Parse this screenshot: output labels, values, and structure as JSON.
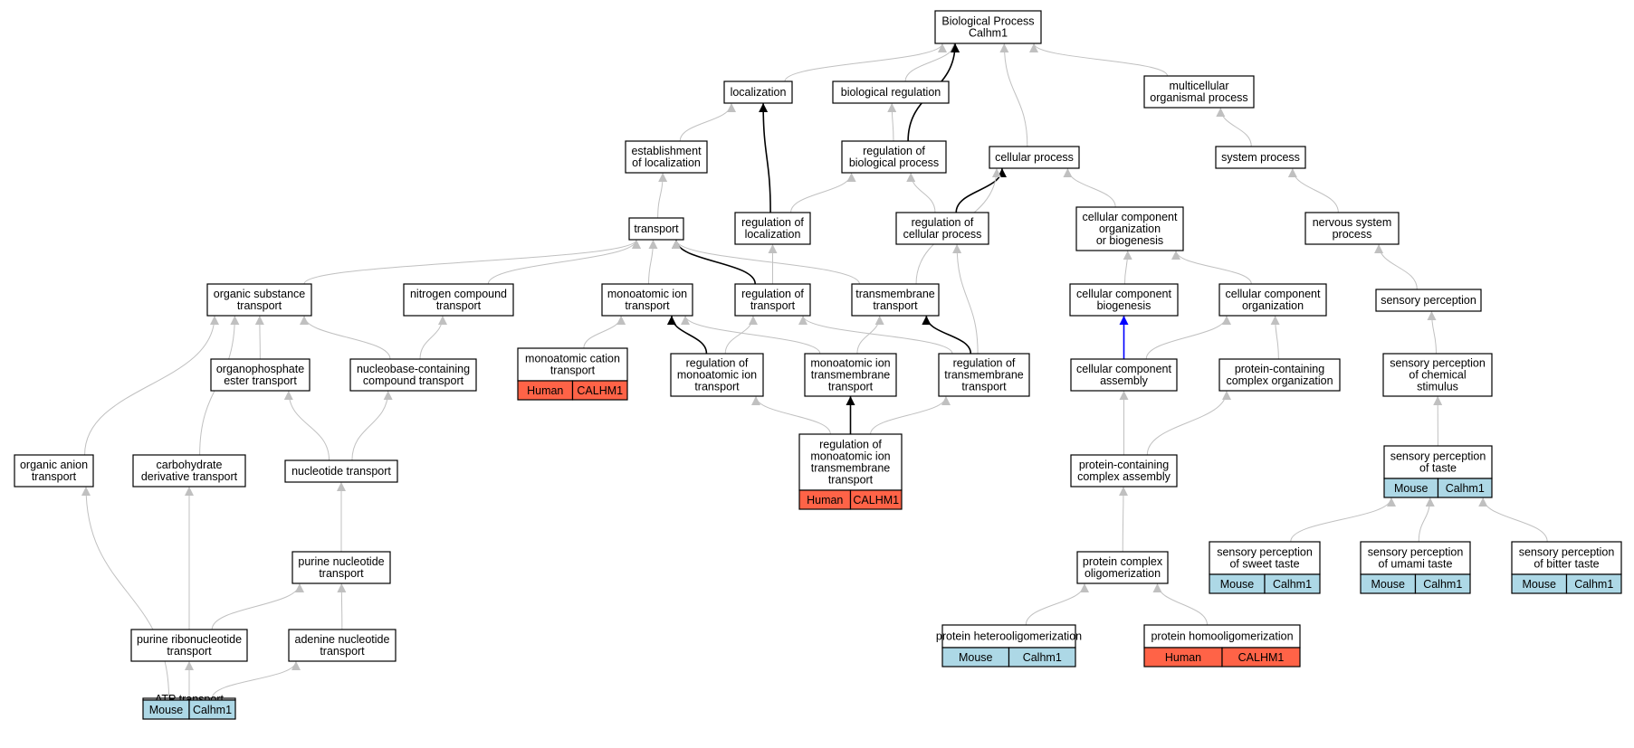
{
  "colors": {
    "node_fill": "#ffffff",
    "node_stroke": "#000000",
    "edge_gray": "#c0c0c0",
    "edge_black": "#000000",
    "edge_blue": "#0000ff",
    "mouse_fill": "#add8e6",
    "human_fill": "#ff6347"
  },
  "nodes": [
    {
      "id": "bp",
      "lines": [
        "Biological Process",
        "Calhm1"
      ]
    },
    {
      "id": "localization",
      "lines": [
        "localization"
      ]
    },
    {
      "id": "bioreg",
      "lines": [
        "biological regulation"
      ]
    },
    {
      "id": "multi",
      "lines": [
        "multicellular",
        "organismal process"
      ]
    },
    {
      "id": "estloc",
      "lines": [
        "establishment",
        "of localization"
      ]
    },
    {
      "id": "regbio",
      "lines": [
        "regulation of",
        "biological process"
      ]
    },
    {
      "id": "cellproc",
      "lines": [
        "cellular process"
      ]
    },
    {
      "id": "sysproc",
      "lines": [
        "system process"
      ]
    },
    {
      "id": "transport",
      "lines": [
        "transport"
      ]
    },
    {
      "id": "regloc",
      "lines": [
        "regulation of",
        "localization"
      ]
    },
    {
      "id": "regcell",
      "lines": [
        "regulation of",
        "cellular process"
      ]
    },
    {
      "id": "ccorgbio",
      "lines": [
        "cellular component",
        "organization",
        "or biogenesis"
      ]
    },
    {
      "id": "nervous",
      "lines": [
        "nervous system",
        "process"
      ]
    },
    {
      "id": "orgsub",
      "lines": [
        "organic substance",
        "transport"
      ]
    },
    {
      "id": "nitro",
      "lines": [
        "nitrogen compound",
        "transport"
      ]
    },
    {
      "id": "monoion",
      "lines": [
        "monoatomic ion",
        "transport"
      ]
    },
    {
      "id": "regtrans",
      "lines": [
        "regulation of",
        "transport"
      ]
    },
    {
      "id": "tmtrans",
      "lines": [
        "transmembrane",
        "transport"
      ]
    },
    {
      "id": "ccbio",
      "lines": [
        "cellular component",
        "biogenesis"
      ]
    },
    {
      "id": "ccorg",
      "lines": [
        "cellular component",
        "organization"
      ]
    },
    {
      "id": "sensperc",
      "lines": [
        "sensory perception"
      ]
    },
    {
      "id": "orgphos",
      "lines": [
        "organophosphate",
        "ester transport"
      ]
    },
    {
      "id": "nucleobase",
      "lines": [
        "nucleobase-containing",
        "compound transport"
      ]
    },
    {
      "id": "monocat",
      "lines": [
        "monoatomic cation",
        "transport"
      ],
      "tags": [
        {
          "label": "Human",
          "kind": "human"
        },
        {
          "label": "CALHM1",
          "kind": "human"
        }
      ]
    },
    {
      "id": "regmonoion",
      "lines": [
        "regulation of",
        "monoatomic ion",
        "transport"
      ]
    },
    {
      "id": "monoiontm",
      "lines": [
        "monoatomic ion",
        "transmembrane",
        "transport"
      ]
    },
    {
      "id": "regtm",
      "lines": [
        "regulation of",
        "transmembrane",
        "transport"
      ]
    },
    {
      "id": "ccasm",
      "lines": [
        "cellular component",
        "assembly"
      ]
    },
    {
      "id": "protcplx",
      "lines": [
        "protein-containing",
        "complex organization"
      ]
    },
    {
      "id": "sensperchem",
      "lines": [
        "sensory perception",
        "of chemical",
        "stimulus"
      ]
    },
    {
      "id": "organion",
      "lines": [
        "organic anion",
        "transport"
      ]
    },
    {
      "id": "carbo",
      "lines": [
        "carbohydrate",
        "derivative transport"
      ]
    },
    {
      "id": "nucleotide",
      "lines": [
        "nucleotide transport"
      ]
    },
    {
      "id": "regmonoiontm",
      "lines": [
        "regulation of",
        "monoatomic ion",
        "transmembrane",
        "transport"
      ],
      "tags": [
        {
          "label": "Human",
          "kind": "human"
        },
        {
          "label": "CALHM1",
          "kind": "human"
        }
      ]
    },
    {
      "id": "protasm",
      "lines": [
        "protein-containing",
        "complex assembly"
      ]
    },
    {
      "id": "taste",
      "lines": [
        "sensory perception",
        "of taste"
      ],
      "tags": [
        {
          "label": "Mouse",
          "kind": "mouse"
        },
        {
          "label": "Calhm1",
          "kind": "mouse"
        }
      ]
    },
    {
      "id": "purnuc",
      "lines": [
        "purine nucleotide",
        "transport"
      ]
    },
    {
      "id": "sweet",
      "lines": [
        "sensory perception",
        "of sweet taste"
      ],
      "tags": [
        {
          "label": "Mouse",
          "kind": "mouse"
        },
        {
          "label": "Calhm1",
          "kind": "mouse"
        }
      ]
    },
    {
      "id": "umami",
      "lines": [
        "sensory perception",
        "of umami taste"
      ],
      "tags": [
        {
          "label": "Mouse",
          "kind": "mouse"
        },
        {
          "label": "Calhm1",
          "kind": "mouse"
        }
      ]
    },
    {
      "id": "bitter",
      "lines": [
        "sensory perception",
        "of bitter taste"
      ],
      "tags": [
        {
          "label": "Mouse",
          "kind": "mouse"
        },
        {
          "label": "Calhm1",
          "kind": "mouse"
        }
      ]
    },
    {
      "id": "protolig",
      "lines": [
        "protein complex",
        "oligomerization"
      ]
    },
    {
      "id": "purribo",
      "lines": [
        "purine ribonucleotide",
        "transport"
      ]
    },
    {
      "id": "adenine",
      "lines": [
        "adenine nucleotide",
        "transport"
      ]
    },
    {
      "id": "hetero",
      "lines": [
        "protein heterooligomerization"
      ],
      "tags": [
        {
          "label": "Mouse",
          "kind": "mouse"
        },
        {
          "label": "Calhm1",
          "kind": "mouse"
        }
      ]
    },
    {
      "id": "homo",
      "lines": [
        "protein homooligomerization"
      ],
      "tags": [
        {
          "label": "Human",
          "kind": "human"
        },
        {
          "label": "CALHM1",
          "kind": "human"
        }
      ]
    },
    {
      "id": "atp",
      "lines": [
        "ATP transport"
      ],
      "tags": [
        {
          "label": "Mouse",
          "kind": "mouse"
        },
        {
          "label": "Calhm1",
          "kind": "mouse"
        }
      ]
    }
  ],
  "edges": [
    {
      "from": "localization",
      "to": "bp",
      "style": "gray"
    },
    {
      "from": "bioreg",
      "to": "bp",
      "style": "gray"
    },
    {
      "from": "multi",
      "to": "bp",
      "style": "gray"
    },
    {
      "from": "regbio",
      "to": "bp",
      "style": "black"
    },
    {
      "from": "cellproc",
      "to": "bp",
      "style": "gray"
    },
    {
      "from": "estloc",
      "to": "localization",
      "style": "gray"
    },
    {
      "from": "regloc",
      "to": "localization",
      "style": "black"
    },
    {
      "from": "regbio",
      "to": "bioreg",
      "style": "gray"
    },
    {
      "from": "sysproc",
      "to": "multi",
      "style": "gray"
    },
    {
      "from": "regloc",
      "to": "regbio",
      "style": "gray"
    },
    {
      "from": "regcell",
      "to": "regbio",
      "style": "gray"
    },
    {
      "from": "regcell",
      "to": "cellproc",
      "style": "black"
    },
    {
      "from": "ccorgbio",
      "to": "cellproc",
      "style": "gray"
    },
    {
      "from": "tmtrans",
      "to": "cellproc",
      "style": "gray"
    },
    {
      "from": "nervous",
      "to": "sysproc",
      "style": "gray"
    },
    {
      "from": "transport",
      "to": "estloc",
      "style": "gray"
    },
    {
      "from": "regtrans",
      "to": "regloc",
      "style": "gray"
    },
    {
      "from": "regtm",
      "to": "regcell",
      "style": "gray"
    },
    {
      "from": "ccbio",
      "to": "ccorgbio",
      "style": "gray"
    },
    {
      "from": "ccorg",
      "to": "ccorgbio",
      "style": "gray"
    },
    {
      "from": "sensperc",
      "to": "nervous",
      "style": "gray"
    },
    {
      "from": "orgsub",
      "to": "transport",
      "style": "gray"
    },
    {
      "from": "nitro",
      "to": "transport",
      "style": "gray"
    },
    {
      "from": "monoion",
      "to": "transport",
      "style": "gray"
    },
    {
      "from": "regtrans",
      "to": "transport",
      "style": "black"
    },
    {
      "from": "tmtrans",
      "to": "transport",
      "style": "gray"
    },
    {
      "from": "orgphos",
      "to": "orgsub",
      "style": "gray"
    },
    {
      "from": "nucleobase",
      "to": "orgsub",
      "style": "gray"
    },
    {
      "from": "carbo",
      "to": "orgsub",
      "style": "gray"
    },
    {
      "from": "organion",
      "to": "orgsub",
      "style": "gray"
    },
    {
      "from": "nucleobase",
      "to": "nitro",
      "style": "gray"
    },
    {
      "from": "monocat",
      "to": "monoion",
      "style": "gray"
    },
    {
      "from": "regmonoion",
      "to": "monoion",
      "style": "black"
    },
    {
      "from": "monoiontm",
      "to": "monoion",
      "style": "gray"
    },
    {
      "from": "regmonoion",
      "to": "regtrans",
      "style": "gray"
    },
    {
      "from": "regtm",
      "to": "regtrans",
      "style": "gray"
    },
    {
      "from": "monoiontm",
      "to": "tmtrans",
      "style": "gray"
    },
    {
      "from": "regtm",
      "to": "tmtrans",
      "style": "black"
    },
    {
      "from": "ccasm",
      "to": "ccbio",
      "style": "blue"
    },
    {
      "from": "ccasm",
      "to": "ccorg",
      "style": "gray"
    },
    {
      "from": "protcplx",
      "to": "ccorg",
      "style": "gray"
    },
    {
      "from": "sensperchem",
      "to": "sensperc",
      "style": "gray"
    },
    {
      "from": "nucleotide",
      "to": "orgphos",
      "style": "gray"
    },
    {
      "from": "nucleotide",
      "to": "nucleobase",
      "style": "gray"
    },
    {
      "from": "regmonoiontm",
      "to": "regmonoion",
      "style": "gray"
    },
    {
      "from": "regmonoiontm",
      "to": "monoiontm",
      "style": "black"
    },
    {
      "from": "regmonoiontm",
      "to": "regtm",
      "style": "gray"
    },
    {
      "from": "protasm",
      "to": "ccasm",
      "style": "gray"
    },
    {
      "from": "protasm",
      "to": "protcplx",
      "style": "gray"
    },
    {
      "from": "taste",
      "to": "sensperchem",
      "style": "gray"
    },
    {
      "from": "atp",
      "to": "organion",
      "style": "gray"
    },
    {
      "from": "purribo",
      "to": "carbo",
      "style": "gray"
    },
    {
      "from": "purnuc",
      "to": "nucleotide",
      "style": "gray"
    },
    {
      "from": "protolig",
      "to": "protasm",
      "style": "gray"
    },
    {
      "from": "sweet",
      "to": "taste",
      "style": "gray"
    },
    {
      "from": "umami",
      "to": "taste",
      "style": "gray"
    },
    {
      "from": "bitter",
      "to": "taste",
      "style": "gray"
    },
    {
      "from": "purribo",
      "to": "purnuc",
      "style": "gray"
    },
    {
      "from": "adenine",
      "to": "purnuc",
      "style": "gray"
    },
    {
      "from": "hetero",
      "to": "protolig",
      "style": "gray"
    },
    {
      "from": "homo",
      "to": "protolig",
      "style": "gray"
    },
    {
      "from": "atp",
      "to": "purribo",
      "style": "gray"
    },
    {
      "from": "atp",
      "to": "adenine",
      "style": "gray"
    }
  ]
}
